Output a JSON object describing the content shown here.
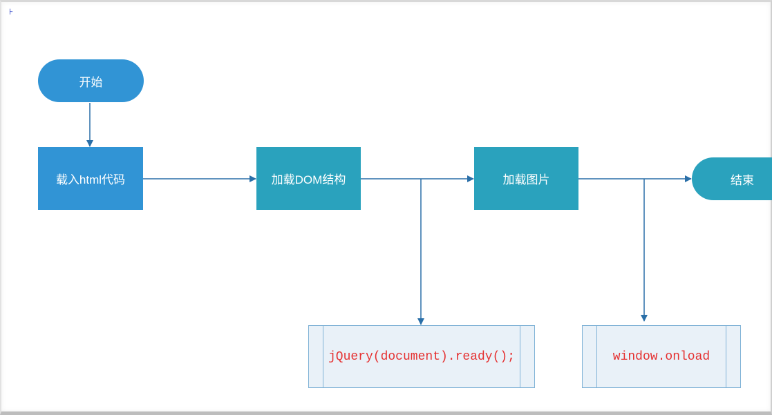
{
  "corner_mark": "⊦",
  "nodes": {
    "start": "开始",
    "load_html": "载入html代码",
    "load_dom": "加载DOM结构",
    "load_images": "加载图片",
    "end": "结束",
    "jquery_ready": "jQuery(document).ready();",
    "window_onload": "window.onload"
  },
  "colors": {
    "start": "#3194d5",
    "process_blue": "#3194d5",
    "process_teal": "#2aa2bd",
    "connector": "#2a6fa8",
    "code_text": "#e53030",
    "subprocess_fill": "#e9f1f8",
    "subprocess_border": "#7fb2d6"
  }
}
